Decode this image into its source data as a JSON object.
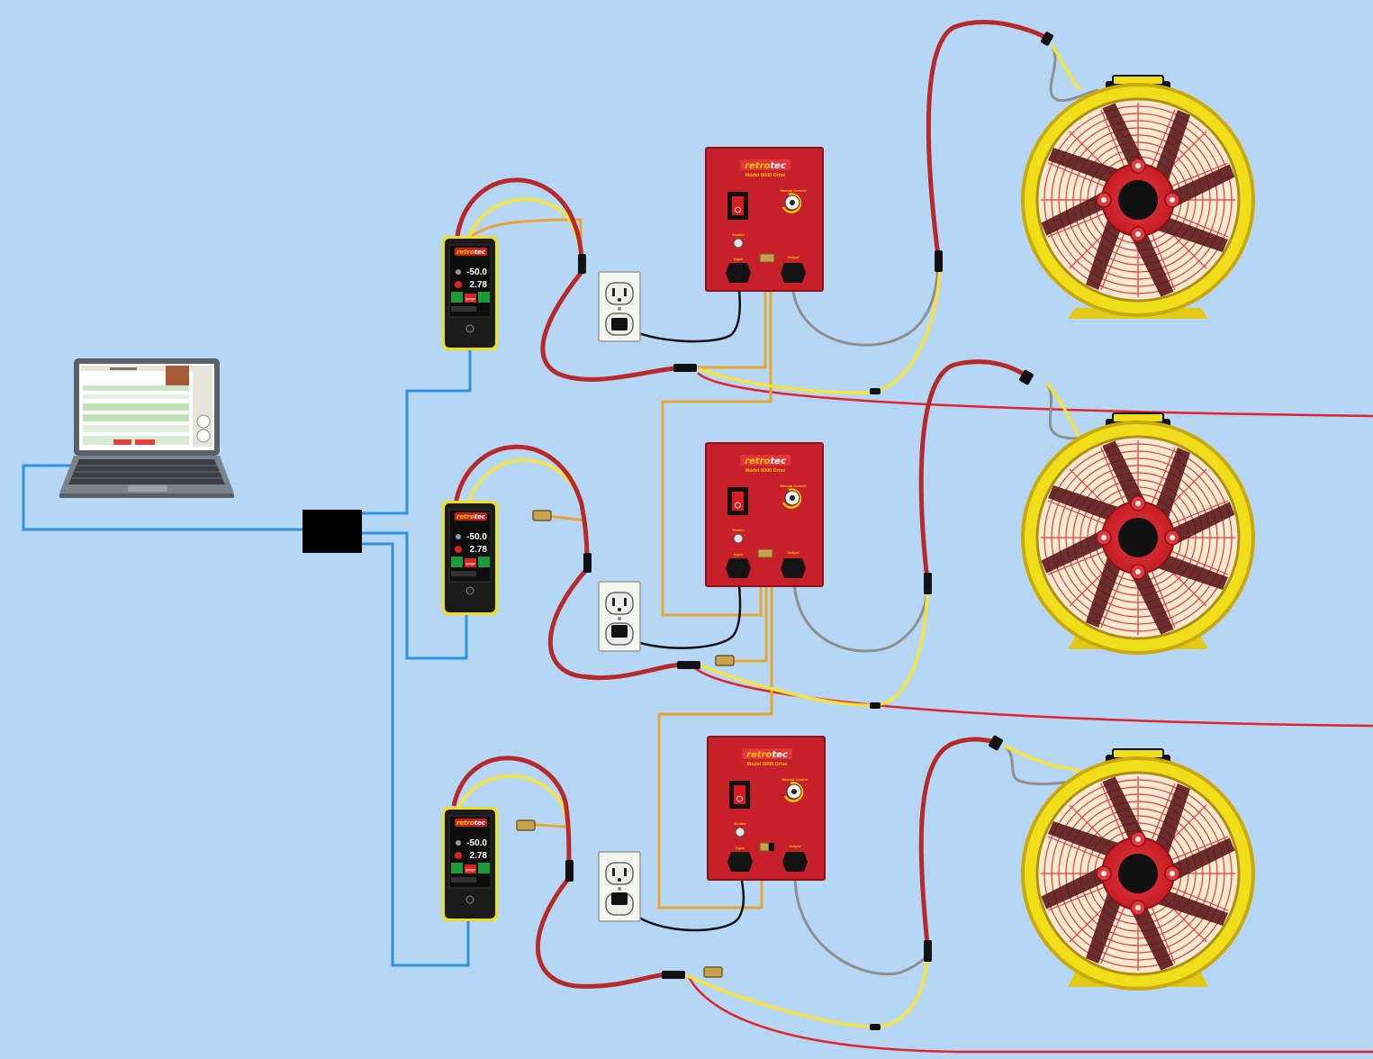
{
  "diagram": {
    "colors": {
      "background": "#b5d7f5",
      "data_cable": "#2f8fe0",
      "power_cable": "#e0252b",
      "tube_red": "#b82a2a",
      "tube_yellow": "#f6e23a",
      "tube_orange": "#e6a532",
      "fan_housing": "#f1de1a",
      "drive_body": "#c8202a"
    },
    "gauges": [
      {
        "brand_a": "retro",
        "brand_b": "tec",
        "reading_1": "-50.0",
        "reading_2": "2.78",
        "stop_label": "STOP"
      },
      {
        "brand_a": "retro",
        "brand_b": "tec",
        "reading_1": "-50.0",
        "reading_2": "2.78",
        "stop_label": "STOP"
      },
      {
        "brand_a": "retro",
        "brand_b": "tec",
        "reading_1": "-50.0",
        "reading_2": "2.78",
        "stop_label": "STOP"
      }
    ],
    "drives": [
      {
        "brand_a": "retro",
        "brand_b": "tec",
        "model": "Model 6000 Drive",
        "manual_label": "Manual Control",
        "enable_label": "Enable",
        "input_label": "Input",
        "output_label": "Output"
      },
      {
        "brand_a": "retro",
        "brand_b": "tec",
        "model": "Model 6000 Drive",
        "manual_label": "Manual Control",
        "enable_label": "Enable",
        "input_label": "Input",
        "output_label": "Output"
      },
      {
        "brand_a": "retro",
        "brand_b": "tec",
        "model": "Model 6000 Drive",
        "manual_label": "Manual Control",
        "enable_label": "Enable",
        "input_label": "Input",
        "output_label": "Output"
      }
    ],
    "icons": {
      "laptop": "laptop-icon",
      "hub": "usb-hub-icon",
      "gauge": "manometer-icon",
      "outlet": "power-outlet-icon",
      "drive": "fan-speed-drive-icon",
      "fan": "blower-fan-icon"
    }
  }
}
